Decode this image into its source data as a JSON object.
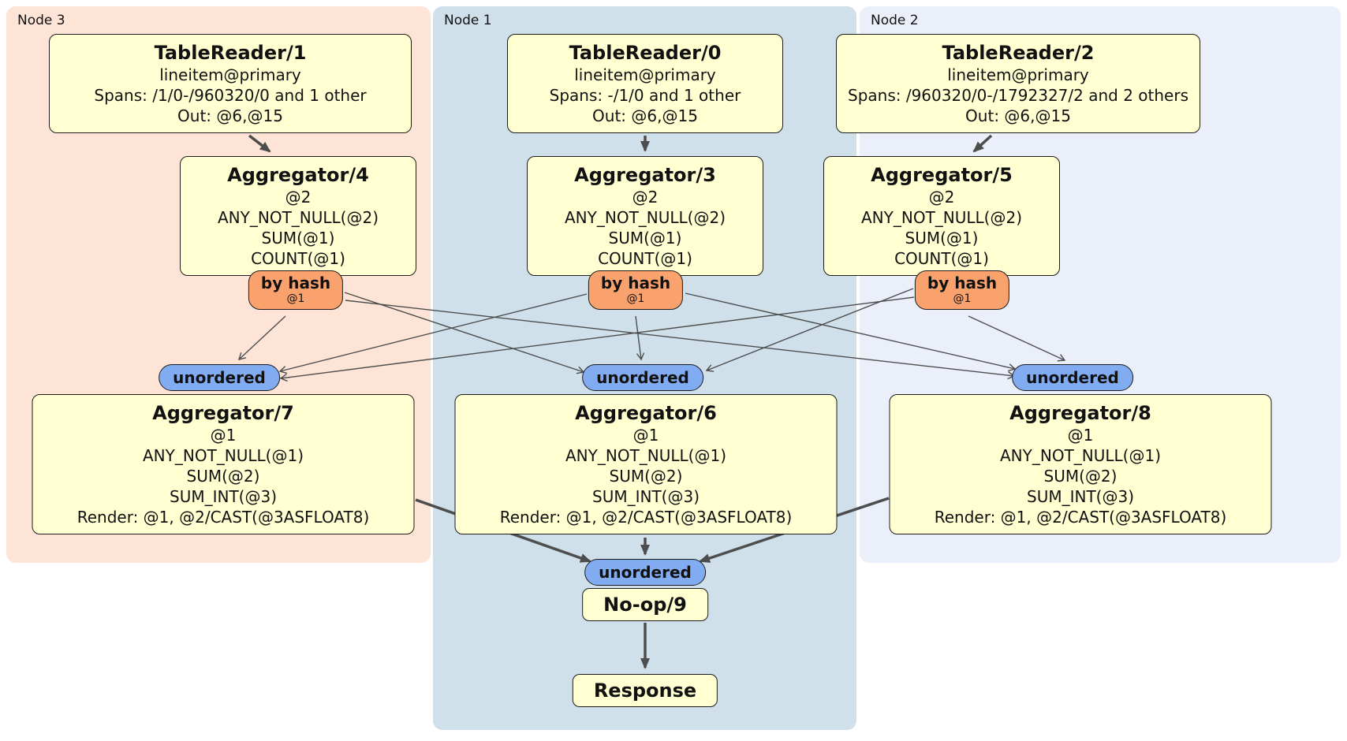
{
  "panels": [
    {
      "label": "Node 3"
    },
    {
      "label": "Node 1"
    },
    {
      "label": "Node 2"
    }
  ],
  "routers": {
    "by_hash": {
      "label": "by hash",
      "sub": "@1"
    },
    "unordered": {
      "label": "unordered"
    }
  },
  "nodes": {
    "tablereader_1": {
      "title": "TableReader/1",
      "lines": [
        "lineitem@primary",
        "Spans: /1/0-/960320/0 and 1 other",
        "Out: @6,@15"
      ]
    },
    "tablereader_0": {
      "title": "TableReader/0",
      "lines": [
        "lineitem@primary",
        "Spans: -/1/0 and 1 other",
        "Out: @6,@15"
      ]
    },
    "tablereader_2": {
      "title": "TableReader/2",
      "lines": [
        "lineitem@primary",
        "Spans: /960320/0-/1792327/2 and 2 others",
        "Out: @6,@15"
      ]
    },
    "aggregator_4": {
      "title": "Aggregator/4",
      "lines": [
        "@2",
        "ANY_NOT_NULL(@2)",
        "SUM(@1)",
        "COUNT(@1)"
      ]
    },
    "aggregator_3": {
      "title": "Aggregator/3",
      "lines": [
        "@2",
        "ANY_NOT_NULL(@2)",
        "SUM(@1)",
        "COUNT(@1)"
      ]
    },
    "aggregator_5": {
      "title": "Aggregator/5",
      "lines": [
        "@2",
        "ANY_NOT_NULL(@2)",
        "SUM(@1)",
        "COUNT(@1)"
      ]
    },
    "aggregator_7": {
      "title": "Aggregator/7",
      "lines": [
        "@1",
        "ANY_NOT_NULL(@1)",
        "SUM(@2)",
        "SUM_INT(@3)",
        "Render: @1, @2/CAST(@3ASFLOAT8)"
      ]
    },
    "aggregator_6": {
      "title": "Aggregator/6",
      "lines": [
        "@1",
        "ANY_NOT_NULL(@1)",
        "SUM(@2)",
        "SUM_INT(@3)",
        "Render: @1, @2/CAST(@3ASFLOAT8)"
      ]
    },
    "aggregator_8": {
      "title": "Aggregator/8",
      "lines": [
        "@1",
        "ANY_NOT_NULL(@1)",
        "SUM(@2)",
        "SUM_INT(@3)",
        "Render: @1, @2/CAST(@3ASFLOAT8)"
      ]
    },
    "noop": {
      "title": "No-op/9"
    },
    "response": {
      "title": "Response"
    }
  },
  "colors": {
    "node3_bg": "#fde4d7",
    "node1_bg": "#cfe0ea",
    "node2_bg": "#eaeffa",
    "box_bg": "#ffffd2",
    "hash_bg": "#f9a26d",
    "unordered_bg": "#82acf2",
    "edge": "#4d4d4d"
  }
}
